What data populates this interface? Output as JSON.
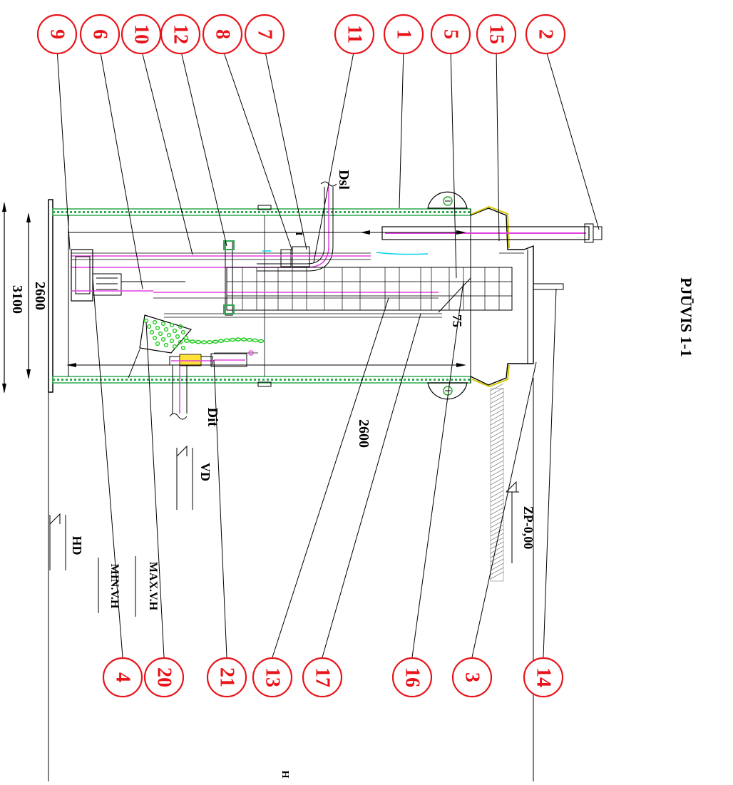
{
  "title": "PJŪVIS 1-1",
  "dimensions": {
    "outer_width": "3100",
    "inner_width": "2600",
    "height": "2600"
  },
  "pipes": {
    "outlet": "Dsl",
    "inlet": "Dit"
  },
  "levels": {
    "ground": "ZP-0,00",
    "vd": "VD",
    "hd": "HD",
    "max": "MAX.V.H",
    "min": "MIN.V.H"
  },
  "angle": "75",
  "marker_small": "I",
  "marker_bottom": "H",
  "callouts": {
    "c1": "1",
    "c2": "2",
    "c3": "3",
    "c4": "4",
    "c5": "5",
    "c6": "6",
    "c7": "7",
    "c8": "8",
    "c9": "9",
    "c10": "10",
    "c11": "11",
    "c12": "12",
    "c13": "13",
    "c14": "14",
    "c15": "15",
    "c16": "16",
    "c17": "17",
    "c20": "20",
    "c21": "21"
  },
  "colors": {
    "callout_red": "#e8141a",
    "insulation_green": "#2fa84f",
    "pipe_magenta": "#e040e0",
    "water_cyan": "#00d0e8",
    "filter_green": "#22cc22",
    "bracket_yellow": "#d4c800"
  }
}
